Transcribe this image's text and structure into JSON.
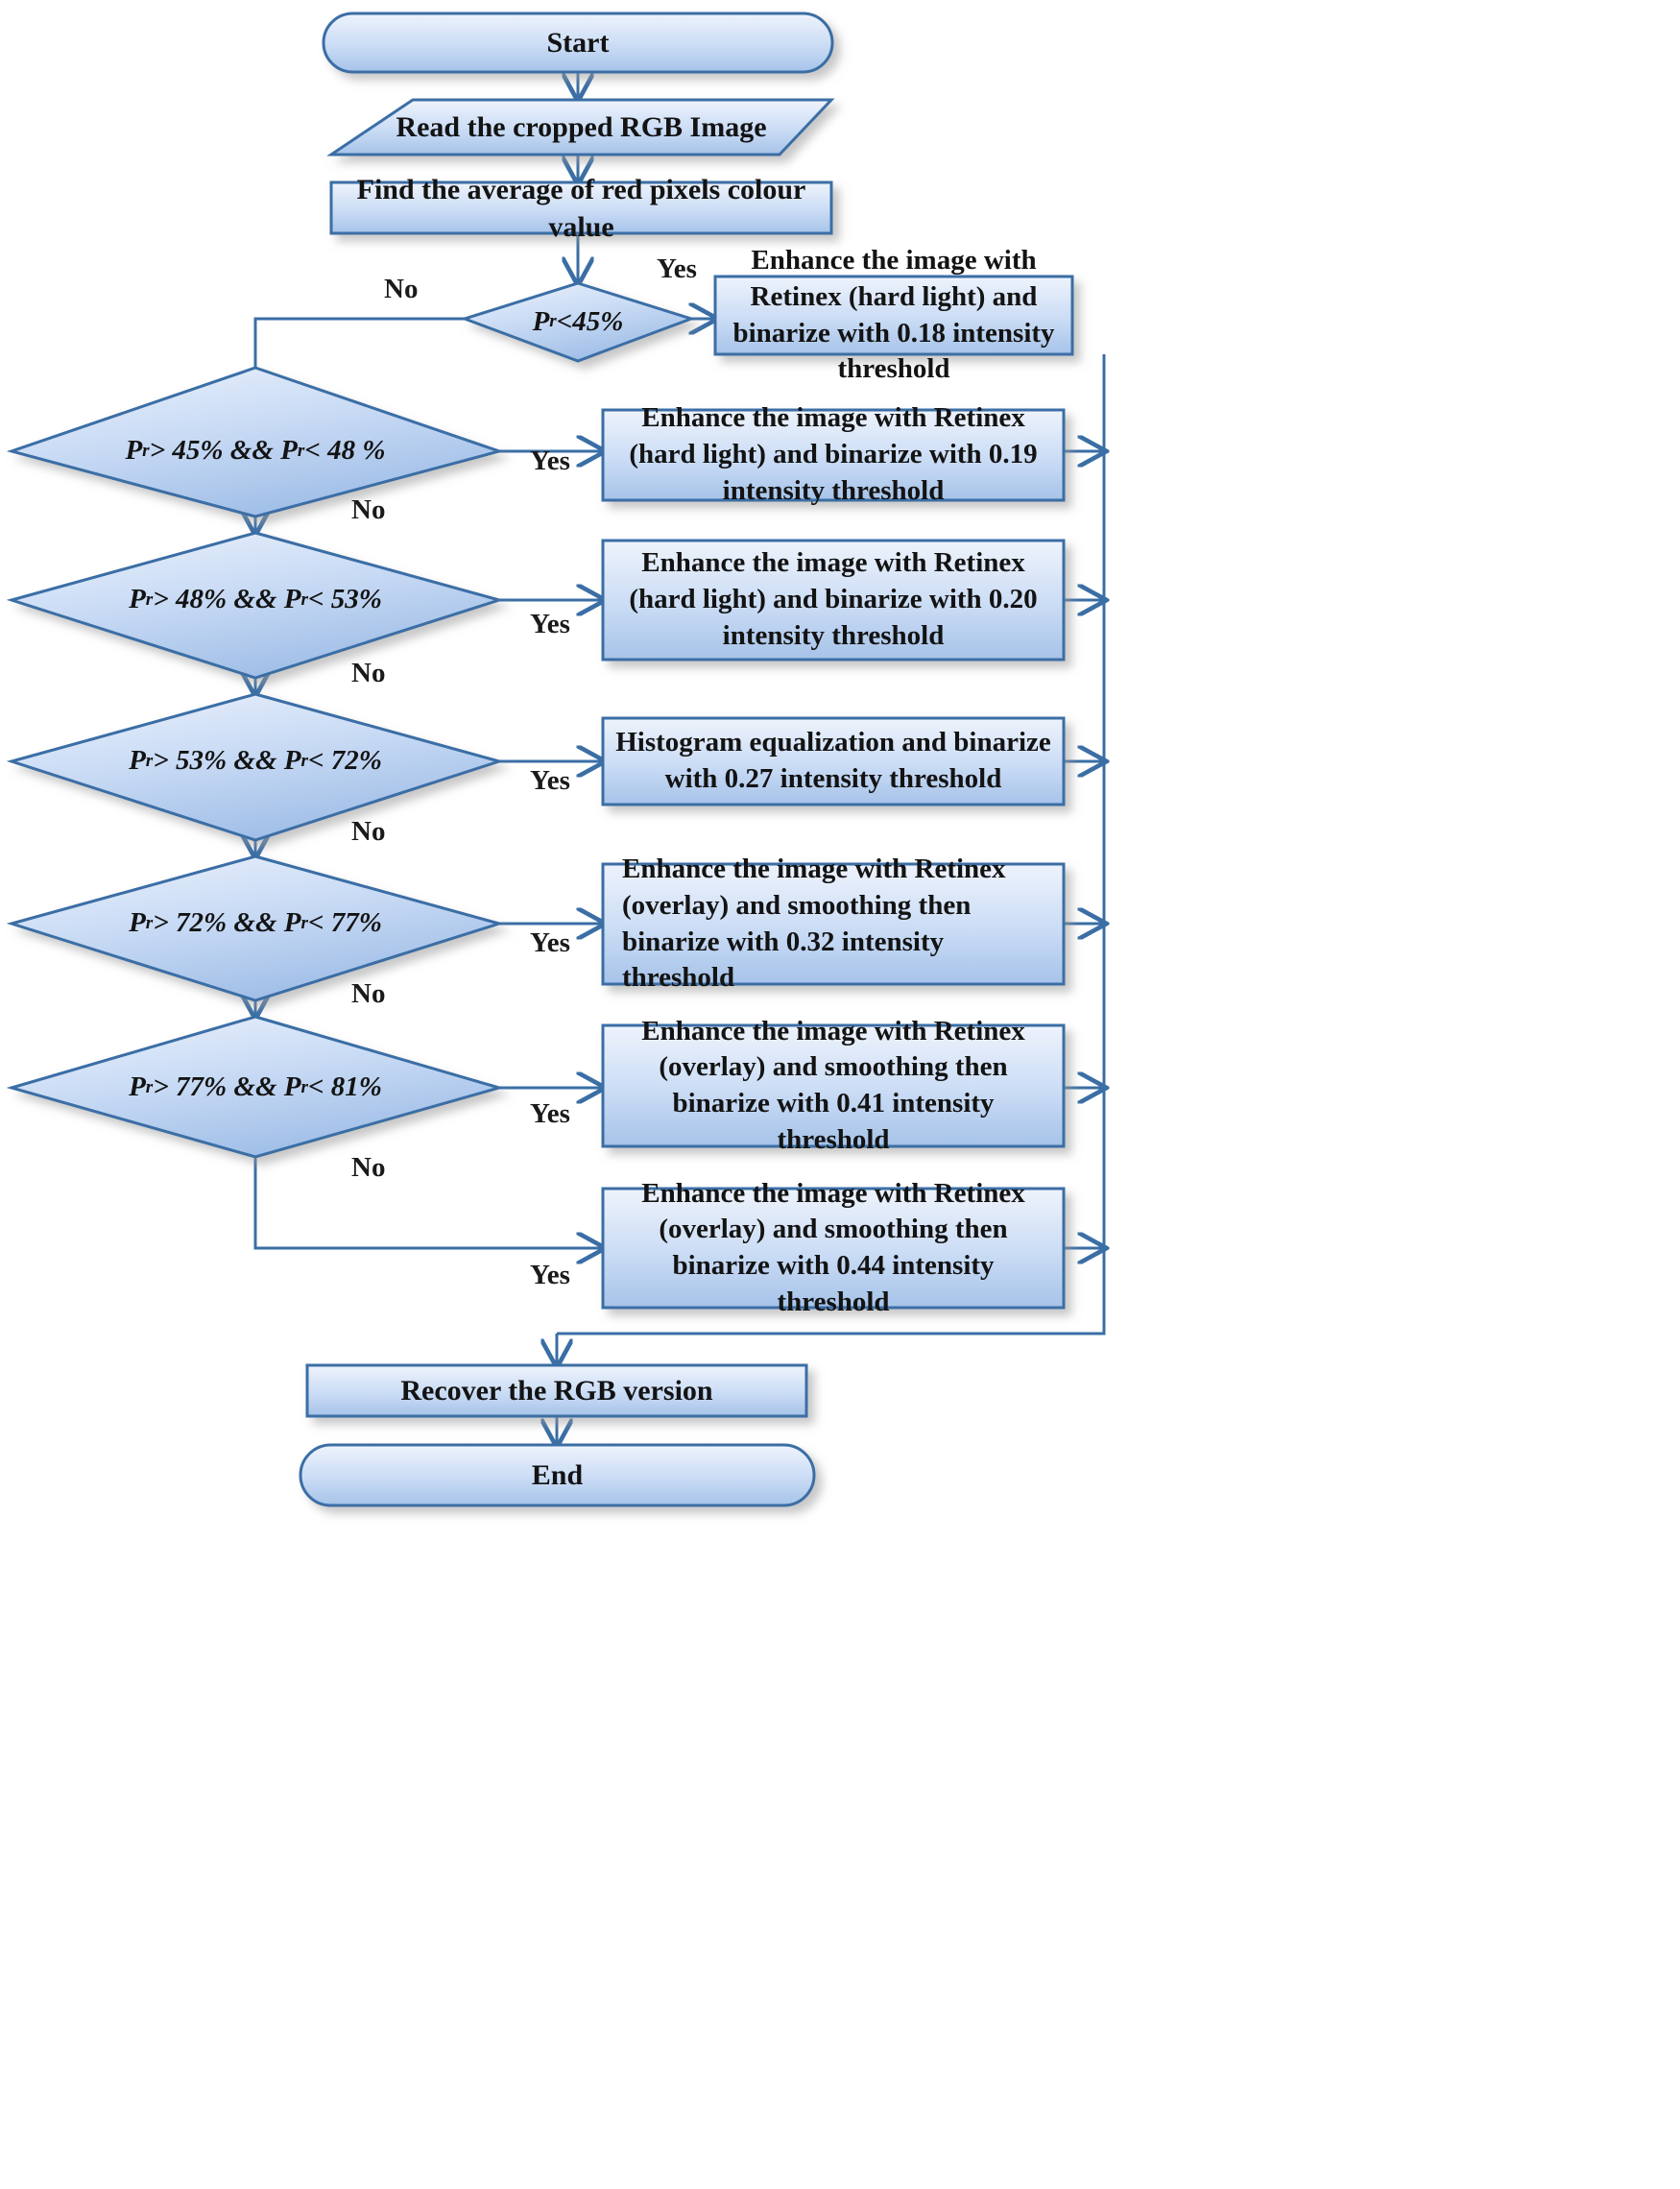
{
  "diagram": {
    "type": "flowchart",
    "title": "Adaptive Retinex enhancement and binarization flowchart",
    "colors": {
      "shape_fill_light": "#e4ecf9",
      "shape_fill_dark": "#a8c4ea",
      "shape_stroke": "#3a6ea5",
      "connector": "#3a6ea5",
      "text": "#131313",
      "background": "#ffffff"
    },
    "nodes": {
      "start": {
        "label": "Start",
        "shape": "terminator"
      },
      "read_image": {
        "label": "Read the cropped RGB Image",
        "shape": "parallelogram"
      },
      "find_average": {
        "label": "Find the average of red pixels colour value",
        "shape": "process"
      },
      "decision_1": {
        "label": "P<sub>r</sub> <45%",
        "plain": "Pr <45%",
        "shape": "decision"
      },
      "decision_2": {
        "label": "P<sub>r</sub> > 45% &amp;&amp; P<sub>r</sub>< 48 %",
        "plain": "Pr > 45% && Pr< 48 %",
        "shape": "decision"
      },
      "decision_3": {
        "label": "P<sub>r</sub> > 48% &amp;&amp; P<sub>r</sub> < 53%",
        "plain": "Pr > 48% && Pr < 53%",
        "shape": "decision"
      },
      "decision_4": {
        "label": "P<sub>r</sub> > 53% &amp;&amp; P<sub>r</sub> < 72%",
        "plain": "Pr > 53% && Pr < 72%",
        "shape": "decision"
      },
      "decision_5": {
        "label": "P<sub>r</sub> > 72% &amp;&amp; P<sub>r</sub> < 77%",
        "plain": "Pr > 72% && Pr < 77%",
        "shape": "decision"
      },
      "decision_6": {
        "label": "P<sub>r</sub> > 77% &amp;&amp; P<sub>r</sub>< 81%",
        "plain": "Pr > 77% && Pr< 81%",
        "shape": "decision"
      },
      "action_1": {
        "label": "Enhance the image with Retinex (hard light) and binarize with 0.18 intensity threshold",
        "shape": "process",
        "threshold": "0.18"
      },
      "action_2": {
        "label": "Enhance the image with Retinex (hard light) and binarize with 0.19 intensity threshold",
        "shape": "process",
        "threshold": "0.19"
      },
      "action_3": {
        "label": "Enhance the image with Retinex (hard light) and binarize with 0.20 intensity threshold",
        "shape": "process",
        "threshold": "0.20"
      },
      "action_4": {
        "label": "Histogram equalization and binarize with 0.27 intensity threshold",
        "shape": "process",
        "threshold": "0.27"
      },
      "action_5": {
        "label": "Enhance the image with Retinex (overlay) and smoothing then binarize with 0.32 intensity threshold",
        "shape": "process",
        "threshold": "0.32"
      },
      "action_6": {
        "label": "Enhance the image with Retinex (overlay) and smoothing then binarize with 0.41 intensity threshold",
        "shape": "process",
        "threshold": "0.41"
      },
      "action_7": {
        "label": "Enhance the image with Retinex (overlay) and smoothing then binarize with 0.44 intensity threshold",
        "shape": "process",
        "threshold": "0.44"
      },
      "recover": {
        "label": "Recover the RGB version",
        "shape": "process"
      },
      "end": {
        "label": "End",
        "shape": "terminator"
      }
    },
    "edge_labels": {
      "d1_yes": "Yes",
      "d1_no": "No",
      "d2_yes": "Yes",
      "d2_no": "No",
      "d3_yes": "Yes",
      "d3_no": "No",
      "d4_yes": "Yes",
      "d4_no": "No",
      "d5_yes": "Yes",
      "d5_no": "No",
      "d6_yes": "Yes",
      "d6_no": "No",
      "fallback_yes": "Yes"
    }
  }
}
